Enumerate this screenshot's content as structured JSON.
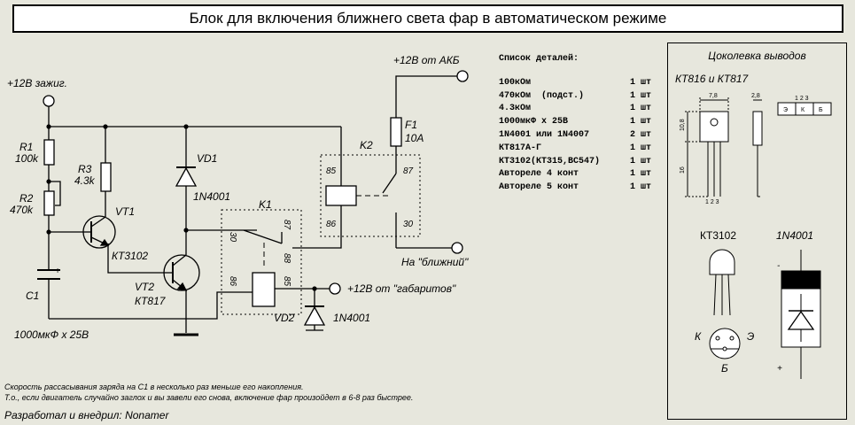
{
  "title": "Блок для включения ближнего света фар в автоматическом режиме",
  "schematic": {
    "supply_ignition": "+12В зажиг.",
    "supply_battery": "+12В от АКБ",
    "out_low_beam": "На \"ближний\"",
    "supply_parking": "+12В от \"габаритов\"",
    "r1_ref": "R1",
    "r1_val": "100k",
    "r2_ref": "R2",
    "r2_val": "470k",
    "r3_ref": "R3",
    "r3_val": "4.3k",
    "c1_ref": "C1",
    "c1_val": "1000мкФ х 25В",
    "vt1_ref": "VT1",
    "vt1_val": "КТ3102",
    "vt2_ref": "VT2",
    "vt2_val": "КТ817",
    "vd1_ref": "VD1",
    "vd1_val": "1N4001",
    "vd2_ref": "VD2",
    "vd2_val": "1N4001",
    "f1_ref": "F1",
    "f1_val": "10A",
    "k1_ref": "K1",
    "k2_ref": "K2",
    "pin_30": "30",
    "pin_85": "85",
    "pin_86": "86",
    "pin_87": "87",
    "pin_88": "88",
    "c1_plus": "+"
  },
  "parts_list": {
    "header": "Список деталей:",
    "items": [
      {
        "name": "100кОм",
        "qty": "1 шт"
      },
      {
        "name": "470кОм  (подст.)",
        "qty": "1 шт"
      },
      {
        "name": "4.3кОм",
        "qty": "1 шт"
      },
      {
        "name": "1000мкФ х 25В",
        "qty": "1 шт"
      },
      {
        "name": "1N4001 или 1N4007",
        "qty": "2 шт"
      },
      {
        "name": "КТ817А-Г",
        "qty": "1 шт"
      },
      {
        "name": "КТ3102(КТ315,BC547)",
        "qty": "1 шт"
      },
      {
        "name": "Автореле 4 конт",
        "qty": "1 шт"
      },
      {
        "name": "Автореле 5 конт",
        "qty": "1 шт"
      }
    ]
  },
  "pinout": {
    "title": "Цоколевка выводов",
    "kt816_label": "КТ816 и КТ817",
    "dim_width": "7,8",
    "dim_thick": "2,8",
    "dim_height": "10,8",
    "dim_leads": "16",
    "pin_numbers": "1 2 3",
    "pin_e": "Э",
    "pin_k": "К",
    "pin_b": "Б",
    "kt3102_label": "КТ3102",
    "n4001_label": "1N4001",
    "minus": "-",
    "plus": "+",
    "to92_k": "К",
    "to92_e": "Э",
    "to92_b": "Б"
  },
  "notes": {
    "line1": "Скорость рассасывания заряда на С1 в несколько раз меньше его накопления.",
    "line2": "Т.о., если двигатель случайно заглох и вы завели его снова, включение фар произойдет в 6-8 раз быстрее."
  },
  "author": "Разработал и внедрил: Nonamer"
}
